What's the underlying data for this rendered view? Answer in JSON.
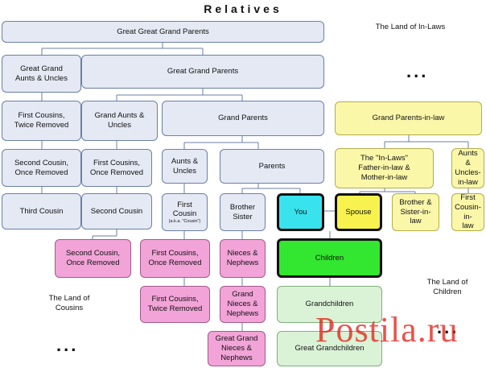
{
  "title": "Relatives",
  "notes": {
    "inlaws": "The Land of In-Laws",
    "cousins": "The Land of Cousins",
    "children": "The Land of Children",
    "ellipsis": "..."
  },
  "watermark": "Postila.ru",
  "colors": {
    "blood_relative": "#e4e9f4",
    "cousin_descendants": "#f2a4d8",
    "in_laws": "#fbf7a9",
    "descendants": "#daf2d6",
    "you": "#39e3ee",
    "spouse": "#f8f24f",
    "children": "#33e62f",
    "connector": "#6b7fa6"
  },
  "nodes": {
    "ggp": "Great Great Grand Parents",
    "gga": [
      "Great Grand",
      "Aunts & Uncles"
    ],
    "gp": "Great Grand Parents",
    "fc2r": [
      "First Cousins,",
      "Twice Removed"
    ],
    "gau": [
      "Grand Aunts &",
      "Uncles"
    ],
    "grandparents": "Grand Parents",
    "sc1r": [
      "Second Cousin,",
      "Once Removed"
    ],
    "fc1r": [
      "First Cousins,",
      "Once Removed"
    ],
    "aunts": [
      "Aunts &",
      "Uncles"
    ],
    "parents": "Parents",
    "third": "Third Cousin",
    "second": "Second Cousin",
    "first": [
      "First",
      "Cousin"
    ],
    "first_aka": "(a.k.a. \"Cousin\")",
    "sibling": [
      "Brother",
      "Sister"
    ],
    "you": "You",
    "spouse": "Spouse",
    "bsil": [
      "Brother &",
      "Sister-in-",
      "law"
    ],
    "fcil": [
      "First",
      "Cousin-in-",
      "law"
    ],
    "gpil": "Grand Parents-in-law",
    "inlaws": [
      "The \"In-Laws\"",
      "Father-in-law &",
      "Mother-in-law"
    ],
    "auil": [
      "Aunts &",
      "Uncles-",
      "in-law"
    ],
    "sc1r_p": [
      "Second Cousin,",
      "Once Removed"
    ],
    "fc1r_p": [
      "First Cousins,",
      "Once Removed"
    ],
    "fc2r_p": [
      "First Cousins,",
      "Twice Removed"
    ],
    "nieces": [
      "Nieces &",
      "Nephews"
    ],
    "gnieces": [
      "Grand",
      "Nieces &",
      "Nephews"
    ],
    "ggnieces": [
      "Great Grand",
      "Nieces &",
      "Nephews"
    ],
    "children": "Children",
    "grandchildren": "Grandchildren",
    "ggchildren": "Great Grandchildren"
  }
}
